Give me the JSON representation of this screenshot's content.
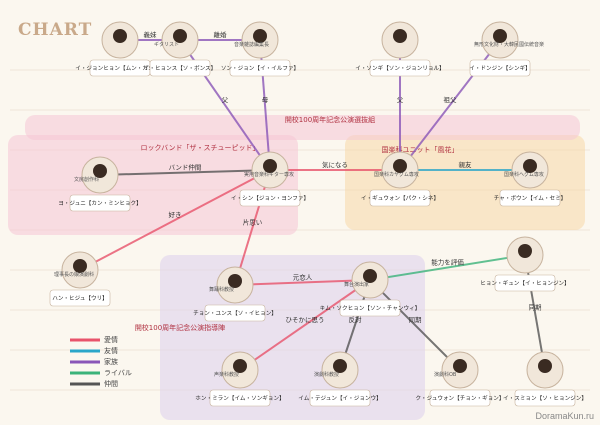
{
  "title": "CHART",
  "watermark": "DoramaKun.ru",
  "colors": {
    "love": "#e8536b",
    "friend": "#2aa6c9",
    "family": "#8a56b8",
    "rival": "#3bb37a",
    "ally": "#555555",
    "pink": "#f6c7d6",
    "blue": "#bfe3f3",
    "orange": "#f8d9a8",
    "purple": "#ddd0ec"
  },
  "groups": [
    {
      "id": "g1",
      "label": "ロックバンド「ザ・スチューピッド」",
      "color": "pink"
    },
    {
      "id": "g2",
      "label": "国楽科ユニット「風花」",
      "color": "orange"
    },
    {
      "id": "g3",
      "label": "開校100周年記念公演選抜組",
      "color": "pink"
    },
    {
      "id": "g4",
      "label": "開校100周年記念公演指導陣",
      "color": "purple"
    }
  ],
  "people": [
    {
      "id": "p1",
      "name": "イ・ジョンヒョン【ムン・ガヨン】",
      "role": ""
    },
    {
      "id": "p2",
      "name": "イ・ヒョンス【ソ・ボンス】",
      "role": "ギタリスト"
    },
    {
      "id": "p3",
      "name": "ソン・ジョン【イ・イルファ】",
      "role": "音楽雑誌編集長"
    },
    {
      "id": "p4",
      "name": "イ・ソンギ【ソン・ジョンリョル】",
      "role": ""
    },
    {
      "id": "p5",
      "name": "イ・ドンジン【シンギ】",
      "role": "無形文化財・大韓民國伝統音楽"
    },
    {
      "id": "p6",
      "name": "イ・シン【ジョン・ヨンファ】",
      "role": "実用音楽科ギター専攻"
    },
    {
      "id": "p7",
      "name": "イ・ギュウォン【パク・シネ】",
      "role": "国楽科カヤグム専攻"
    },
    {
      "id": "p8",
      "name": "チャ・ボウン【イム・セミ】",
      "role": "国楽科ヘグム専攻"
    },
    {
      "id": "p9",
      "name": "ヨ・ジュニ【カン・ミンヒョク】",
      "role": "文房創作科"
    },
    {
      "id": "p10",
      "name": "ハン・ヒジュ【ウリ】",
      "role": "理事長の娘演劇科"
    },
    {
      "id": "p11",
      "name": "チョン・ユンス【ソ・イヒョン】",
      "role": "舞踊科教授"
    },
    {
      "id": "p12",
      "name": "キム・ソクヒョン【ソン・チャンウィ】",
      "role": "舞台演出家"
    },
    {
      "id": "p13",
      "name": "ヒョン・ギュン【イ・ヒョンジン】",
      "role": ""
    },
    {
      "id": "p14",
      "name": "ホン・ミラン【イム・ソンギョン】",
      "role": "声楽科教授"
    },
    {
      "id": "p15",
      "name": "イム・テジュン【イ・ジョンウ】",
      "role": "演劇科教授"
    },
    {
      "id": "p16",
      "name": "ク・ジュウォン【チョン・ギョン】",
      "role": "演劇科OB"
    },
    {
      "id": "p17",
      "name": "イ・スミョン【ソ・ヒョンジン】",
      "role": ""
    }
  ],
  "relations": [
    {
      "from": "p1",
      "to": "p2",
      "label": "義妹"
    },
    {
      "from": "p2",
      "to": "p6",
      "label": "父"
    },
    {
      "from": "p3",
      "to": "p6",
      "label": "母"
    },
    {
      "from": "p2",
      "to": "p3",
      "label": "離婚"
    },
    {
      "from": "p4",
      "to": "p7",
      "label": "父"
    },
    {
      "from": "p5",
      "to": "p7",
      "label": "祖父"
    },
    {
      "from": "p6",
      "to": "p7",
      "label": "気になる"
    },
    {
      "from": "p7",
      "to": "p8",
      "label": "親友"
    },
    {
      "from": "p9",
      "to": "p6",
      "label": "バンド仲間"
    },
    {
      "from": "p10",
      "to": "p6",
      "label": "好き"
    },
    {
      "from": "p6",
      "to": "p11",
      "label": "片思い"
    },
    {
      "from": "p11",
      "to": "p12",
      "label": "元恋人"
    },
    {
      "from": "p12",
      "to": "p13",
      "label": "能力を評価"
    },
    {
      "from": "p14",
      "to": "p12",
      "label": "ひそかに思う"
    },
    {
      "from": "p15",
      "to": "p12",
      "label": "反対"
    },
    {
      "from": "p16",
      "to": "p12",
      "label": "同期"
    },
    {
      "from": "p17",
      "to": "p13",
      "label": "同期"
    }
  ],
  "legend": [
    {
      "label": "愛情",
      "color": "love"
    },
    {
      "label": "友情",
      "color": "friend"
    },
    {
      "label": "家族",
      "color": "family"
    },
    {
      "label": "ライバル",
      "color": "rival"
    },
    {
      "label": "仲間",
      "color": "ally"
    }
  ]
}
